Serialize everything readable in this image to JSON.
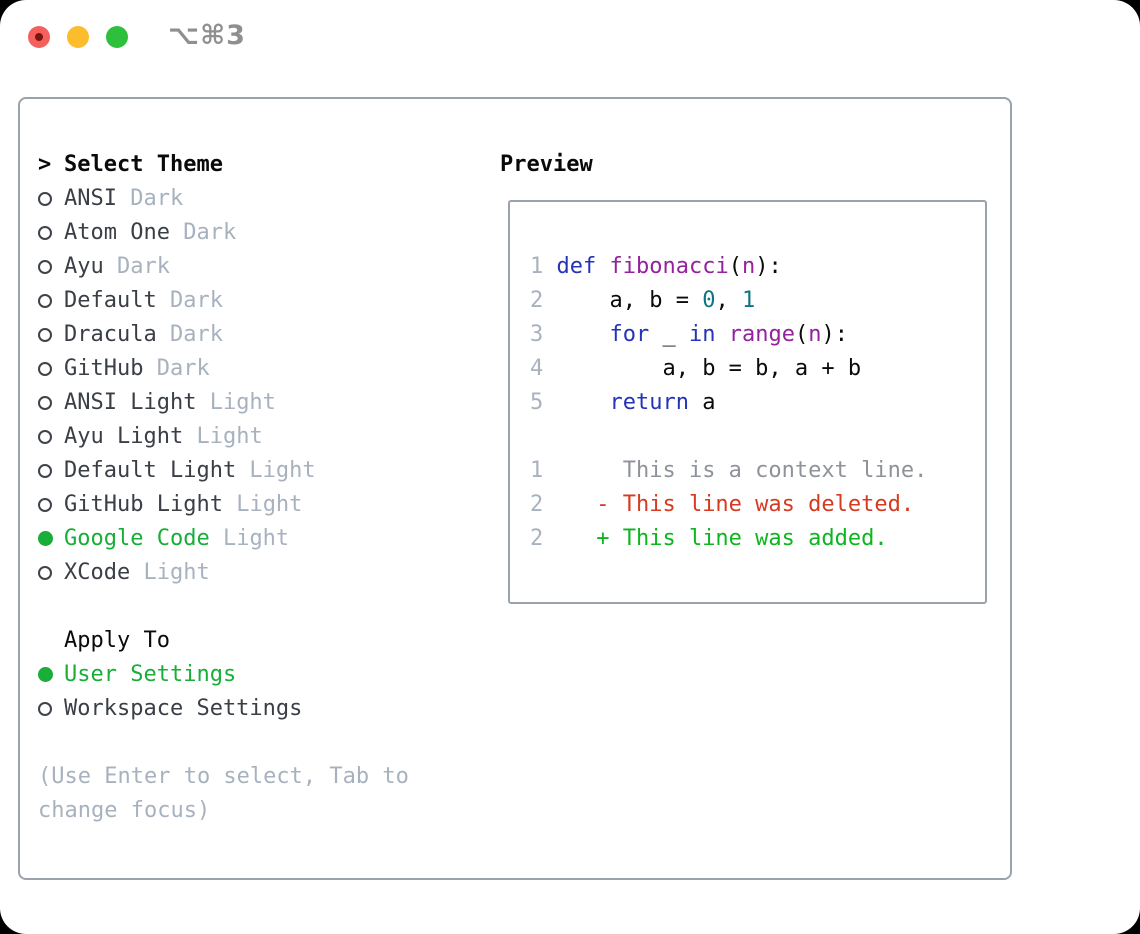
{
  "window": {
    "title": "⌥⌘3"
  },
  "colors": {
    "border": "#9aa3ad",
    "selected_green": "#18ae38",
    "added_green": "#0eb51f",
    "deleted_red": "#d63a20",
    "keyword_blue": "#2433b8",
    "function_purple": "#94219f",
    "literal_teal": "#0d7680",
    "muted_gray": "#a8b2bf",
    "context_gray": "#8f9399",
    "dark_text": "#3a3f46",
    "titlebar_gray": "#8f8f8f",
    "traffic_red": "#f4615c",
    "traffic_yellow": "#fcbd2d",
    "traffic_green": "#2ec03c"
  },
  "theme_panel": {
    "prompt": ">",
    "title": "Select Theme",
    "items": [
      {
        "name": "ANSI",
        "variant": "Dark",
        "selected": false
      },
      {
        "name": "Atom One",
        "variant": "Dark",
        "selected": false
      },
      {
        "name": "Ayu",
        "variant": "Dark",
        "selected": false
      },
      {
        "name": "Default",
        "variant": "Dark",
        "selected": false
      },
      {
        "name": "Dracula",
        "variant": "Dark",
        "selected": false
      },
      {
        "name": "GitHub",
        "variant": "Dark",
        "selected": false
      },
      {
        "name": "ANSI Light",
        "variant": "Light",
        "selected": false
      },
      {
        "name": "Ayu Light",
        "variant": "Light",
        "selected": false
      },
      {
        "name": "Default Light",
        "variant": "Light",
        "selected": false
      },
      {
        "name": "GitHub Light",
        "variant": "Light",
        "selected": false
      },
      {
        "name": "Google Code",
        "variant": "Light",
        "selected": true
      },
      {
        "name": "XCode",
        "variant": "Light",
        "selected": false
      }
    ]
  },
  "apply_panel": {
    "title": "Apply To",
    "items": [
      {
        "label": "User Settings",
        "selected": true
      },
      {
        "label": "Workspace Settings",
        "selected": false
      }
    ]
  },
  "hint": "(Use Enter to select, Tab to change focus)",
  "preview": {
    "title": "Preview",
    "code_lines": [
      {
        "num": "1",
        "tokens": [
          [
            "def",
            "kwd"
          ],
          [
            " ",
            "pln"
          ],
          [
            "fibonacci",
            "fn"
          ],
          [
            "(",
            "pln"
          ],
          [
            "n",
            "fn"
          ],
          [
            "):",
            "pln"
          ]
        ]
      },
      {
        "num": "2",
        "tokens": [
          [
            "    a, b = ",
            "pln"
          ],
          [
            "0",
            "lit"
          ],
          [
            ", ",
            "pln"
          ],
          [
            "1",
            "lit"
          ]
        ]
      },
      {
        "num": "3",
        "tokens": [
          [
            "    ",
            "pln"
          ],
          [
            "for",
            "kwd"
          ],
          [
            " _ ",
            "pln"
          ],
          [
            "in",
            "kwd"
          ],
          [
            " ",
            "pln"
          ],
          [
            "range",
            "fn"
          ],
          [
            "(",
            "pln"
          ],
          [
            "n",
            "fn"
          ],
          [
            "):",
            "pln"
          ]
        ]
      },
      {
        "num": "4",
        "tokens": [
          [
            "        a, b = b, a + b",
            "pln"
          ]
        ]
      },
      {
        "num": "5",
        "tokens": [
          [
            "    ",
            "pln"
          ],
          [
            "return",
            "kwd"
          ],
          [
            " a",
            "pln"
          ]
        ]
      }
    ],
    "diff_lines": [
      {
        "num": "1",
        "content": "      This is a context line.",
        "type": "context"
      },
      {
        "num": "2",
        "content": "    - This line was deleted.",
        "type": "deleted"
      },
      {
        "num": "2",
        "content": "    + This line was added.",
        "type": "added"
      }
    ]
  }
}
